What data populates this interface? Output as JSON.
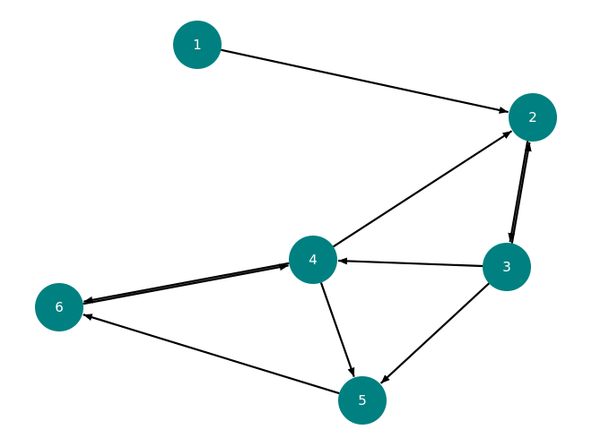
{
  "graph": {
    "directed": true,
    "node_color": "#008080",
    "edge_color": "#000000",
    "label_color": "#ffffff",
    "nodes": [
      {
        "id": "1",
        "label": "1"
      },
      {
        "id": "2",
        "label": "2"
      },
      {
        "id": "3",
        "label": "3"
      },
      {
        "id": "4",
        "label": "4"
      },
      {
        "id": "5",
        "label": "5"
      },
      {
        "id": "6",
        "label": "6"
      }
    ],
    "edges": [
      {
        "from": "1",
        "to": "2"
      },
      {
        "from": "2",
        "to": "3"
      },
      {
        "from": "3",
        "to": "2"
      },
      {
        "from": "4",
        "to": "2"
      },
      {
        "from": "3",
        "to": "4"
      },
      {
        "from": "3",
        "to": "5"
      },
      {
        "from": "4",
        "to": "5"
      },
      {
        "from": "4",
        "to": "6"
      },
      {
        "from": "6",
        "to": "4"
      },
      {
        "from": "5",
        "to": "6"
      }
    ]
  }
}
